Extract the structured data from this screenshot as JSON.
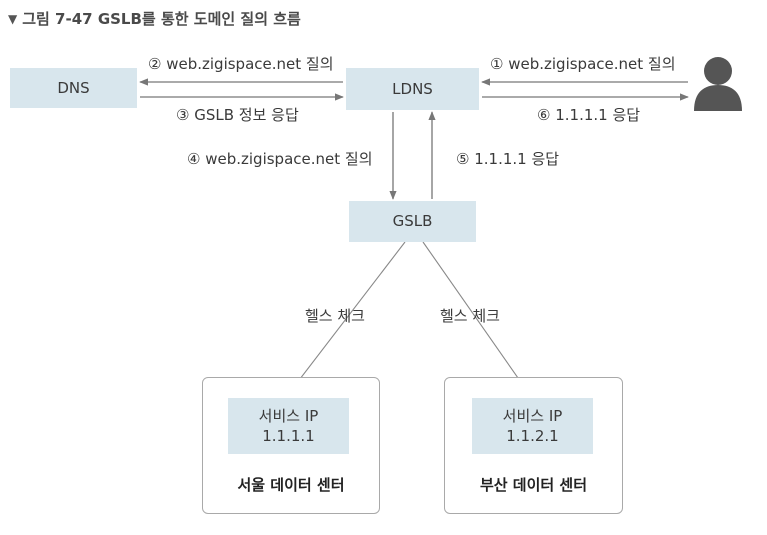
{
  "caption": "그림 7-47 GSLB를 통한 도메인 질의 흐름",
  "nodes": {
    "dns": "DNS",
    "ldns": "LDNS",
    "gslb": "GSLB"
  },
  "flows": {
    "step1": "① web.zigispace.net 질의",
    "step2": "② web.zigispace.net 질의",
    "step3": "③ GSLB 정보 응답",
    "step4": "④ web.zigispace.net 질의",
    "step5": "⑤ 1.1.1.1 응답",
    "step6": "⑥ 1.1.1.1 응답"
  },
  "health_check": {
    "left": "헬스 체크",
    "right": "헬스 체크"
  },
  "datacenters": [
    {
      "service_label": "서비스 IP",
      "ip": "1.1.1.1",
      "name": "서울 데이터 센터"
    },
    {
      "service_label": "서비스 IP",
      "ip": "1.1.2.1",
      "name": "부산 데이터 센터"
    }
  ],
  "colors": {
    "box_fill": "#d8e6ed",
    "arrow": "#777777",
    "user": "#555555"
  },
  "icons": [
    "user-icon",
    "chevron-down-icon"
  ]
}
